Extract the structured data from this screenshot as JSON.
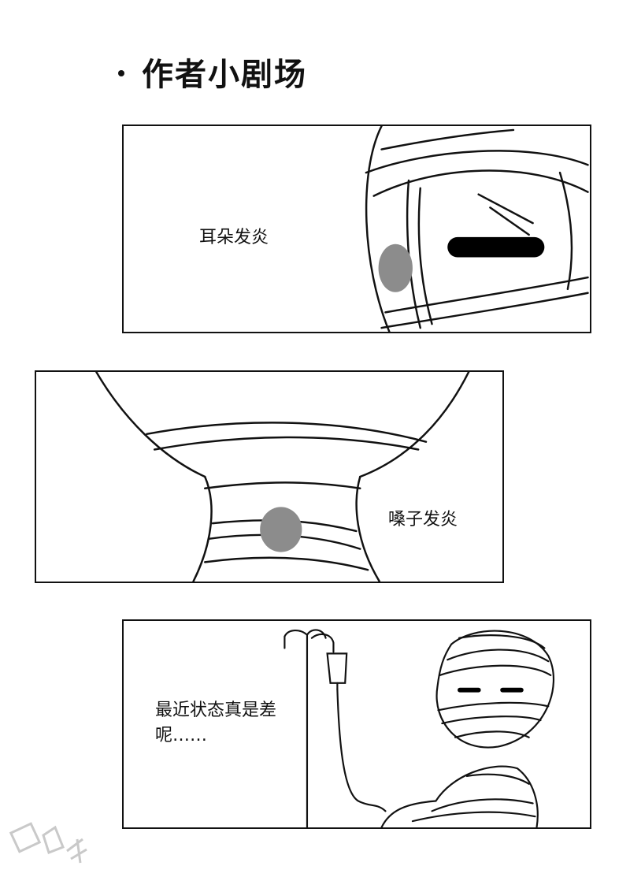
{
  "title": "作者小剧场",
  "panels": [
    {
      "caption": "耳朵发炎"
    },
    {
      "caption": "嗓子发炎"
    },
    {
      "caption": "最近状态真是差呢……"
    }
  ]
}
